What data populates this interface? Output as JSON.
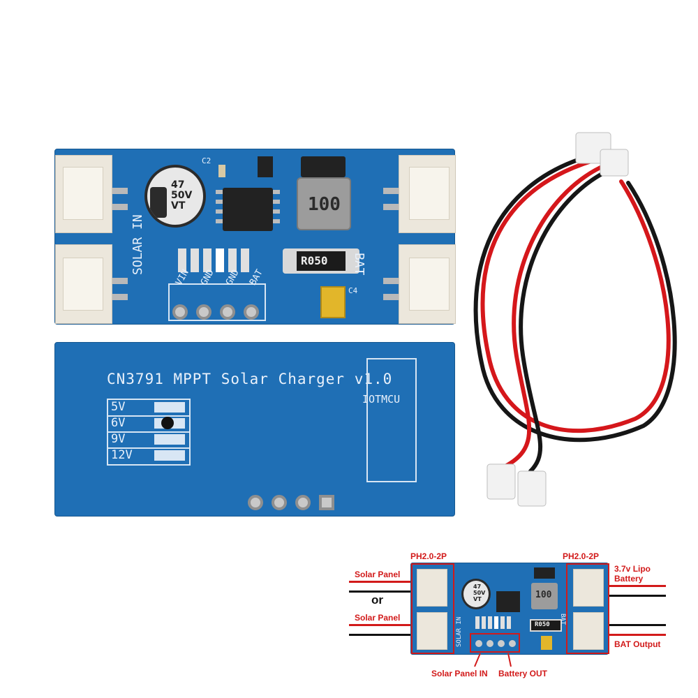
{
  "top_board": {
    "silkscreen_solar_in": "SOLAR IN",
    "silkscreen_bat": "BAT",
    "pin_labels": [
      "VIN",
      "GND",
      "GND",
      "BAT"
    ],
    "cap_label_c2": "C2",
    "cap_label_c4": "C4",
    "electrolytic_text": [
      "47",
      "50V",
      "VT"
    ],
    "inductor_text": "100",
    "resistor_text": "R050"
  },
  "bottom_board": {
    "title": "CN3791 MPPT Solar Charger v1.0",
    "brand": "IOTMCU",
    "voltages": [
      "5V",
      "6V",
      "9V",
      "12V"
    ],
    "selected_voltage": "6V"
  },
  "cable": {
    "wire_colors": [
      "#d5171b",
      "#161616"
    ],
    "plug_color": "#f2f2f2"
  },
  "diagram": {
    "left_header": "PH2.0-2P",
    "right_header": "PH2.0-2P",
    "solar_panel_1": "Solar Panel",
    "or": "or",
    "solar_panel_2": "Solar Panel",
    "lipo_line1": "3.7v Lipo",
    "lipo_line2": "Battery",
    "bat_output": "BAT Output",
    "solar_panel_in": "Solar Panel IN",
    "battery_out": "Battery OUT",
    "mini_inductor": "100",
    "mini_resistor": "R050",
    "mini_cap": [
      "47",
      "50V",
      "VT"
    ],
    "mini_solar_in": "SOLAR IN",
    "mini_bat": "BAT"
  },
  "colors": {
    "pcb": "#1f6fb5",
    "annotation_red": "#d21a1a"
  }
}
